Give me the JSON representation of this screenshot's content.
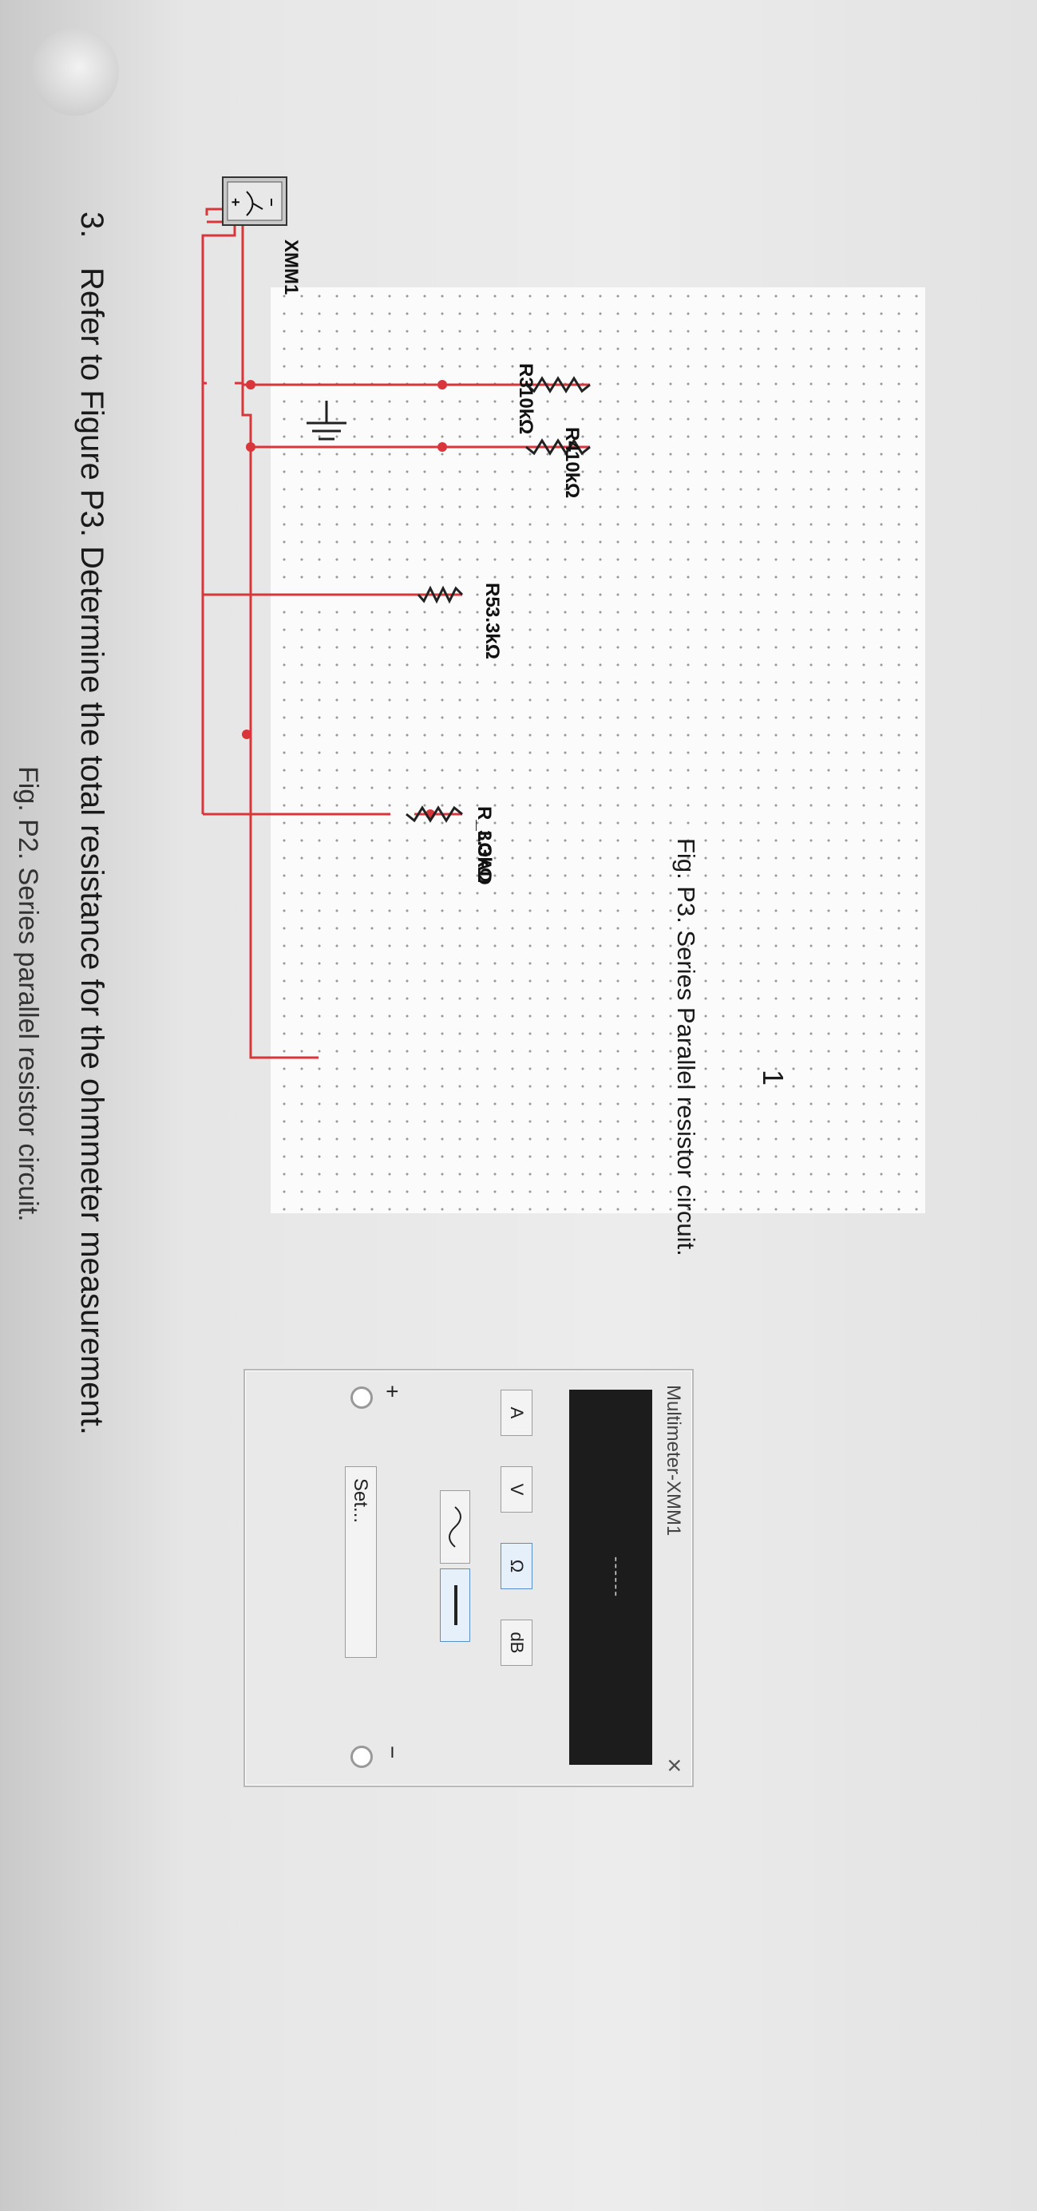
{
  "header_partial": "Fig. P2. Series parallel resistor circuit.",
  "question": {
    "number": "3.",
    "text": "Refer to Figure P3. Determine the total resistance for the ohmmeter measurement."
  },
  "circuit": {
    "instrument_label": "XMM1",
    "components": [
      {
        "ref": "R3",
        "value": "10kΩ"
      },
      {
        "ref": "R4",
        "value": "10kΩ"
      },
      {
        "ref": "R5",
        "value": "3.3kΩ"
      },
      {
        "ref": "R_LOAD",
        "value": "3.3kΩ"
      }
    ],
    "wire_color": "#d8363a"
  },
  "multimeter": {
    "title": "Multimeter-XMM1",
    "close": "×",
    "display": "------",
    "mode_buttons": [
      "A",
      "V",
      "Ω",
      "dB"
    ],
    "selected_mode": "Ω",
    "set_button": "Set...",
    "plus": "+",
    "minus": "−"
  },
  "caption": "Fig. P3. Series Parallel resistor circuit.",
  "page_number": "1"
}
